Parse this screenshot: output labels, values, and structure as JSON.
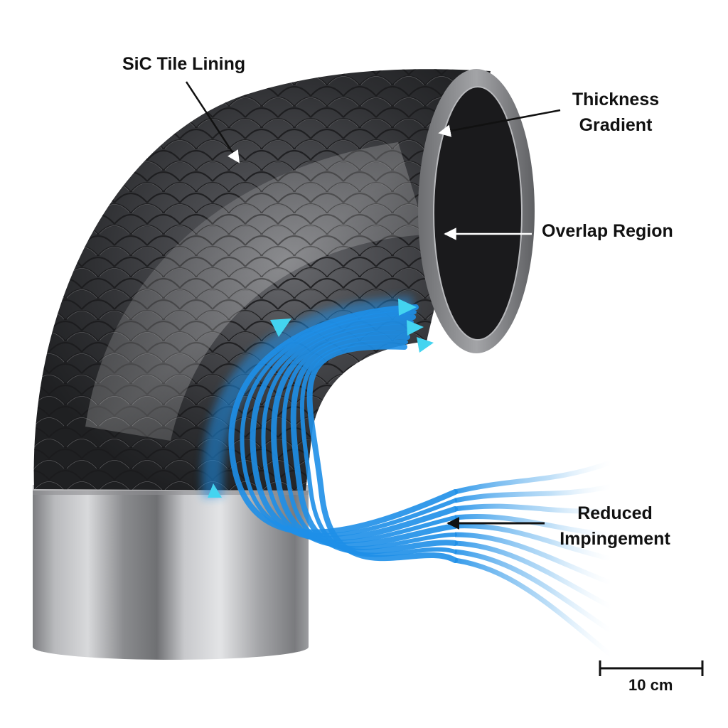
{
  "figure": {
    "subject": "Pipe elbow with SiC tile lining and reduced-impingement flow",
    "colors": {
      "tile_dark": "#2e2e30",
      "tile_mid": "#55565a",
      "tile_highlight": "#9a9ba0",
      "steel_light": "#d6d7d9",
      "steel_dark": "#6e6f72",
      "bore_interior": "#1a1a1c",
      "rim": "#8a8b8e",
      "flow_blue": "#1e8fe8",
      "flow_cyan": "#43d4f0",
      "label_text": "#111111"
    }
  },
  "labels": {
    "sic_tile_lining": "SiC Tile Lining",
    "thickness_gradient": [
      "Thickness",
      "Gradient"
    ],
    "overlap_region": "Overlap Region",
    "reduced_impingement": [
      "Reduced",
      "Impingement"
    ]
  },
  "scale_bar": {
    "value": 10,
    "unit": "cm",
    "text": "10 cm"
  }
}
